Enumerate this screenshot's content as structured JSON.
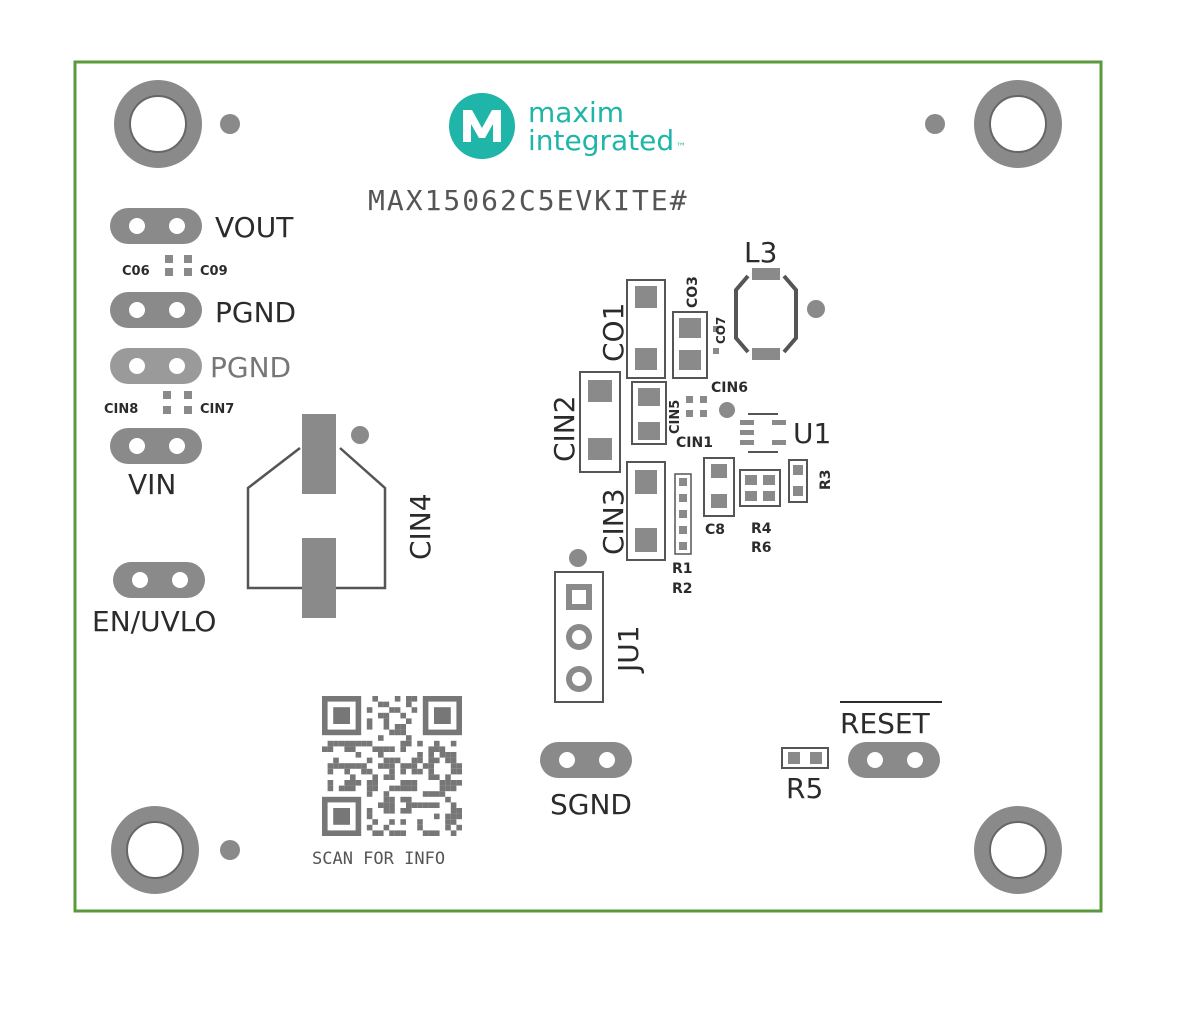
{
  "board": {
    "title": "MAX15062C5EVKITE#",
    "logo_text_line1": "maxim",
    "logo_text_line2": "integrated",
    "logo_text_mark": "™",
    "qr_caption": "SCAN FOR INFO",
    "colors": {
      "board_outline": "#5a9a3c",
      "logo_teal": "#1fb5a8",
      "silkscreen": "#444444",
      "pad": "#8a8a8a"
    }
  },
  "connectors": {
    "vout": "VOUT",
    "pgnd_1": "PGND",
    "pgnd_2": "PGND",
    "vin": "VIN",
    "en_uvlo": "EN/UVLO",
    "sgnd": "SGND",
    "reset": "RESET"
  },
  "components": {
    "co6": "C06",
    "co9": "C09",
    "cin8": "CIN8",
    "cin7": "CIN7",
    "cin4": "CIN4",
    "co1": "CO1",
    "co3": "CO3",
    "co7": "CO7",
    "l3": "L3",
    "cin2": "CIN2",
    "cin5": "CIN5",
    "cin6": "CIN6",
    "cin1": "CIN1",
    "u1": "U1",
    "cin3": "CIN3",
    "c8": "C8",
    "r3": "R3",
    "r4": "R4",
    "r6": "R6",
    "r1": "R1",
    "r2": "R2",
    "ju1": "JU1",
    "r5": "R5"
  }
}
